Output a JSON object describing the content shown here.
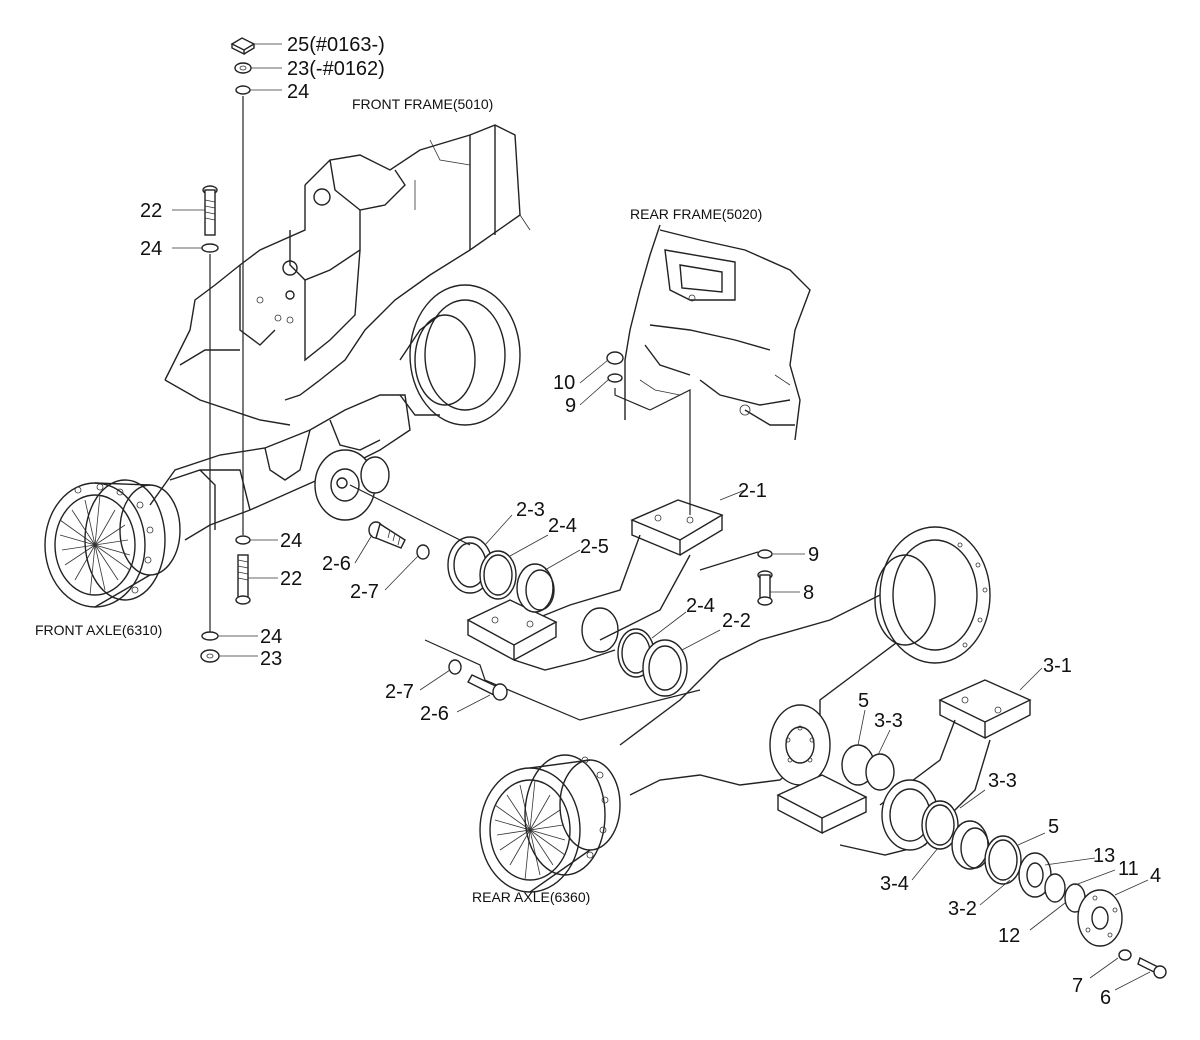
{
  "assemblies": {
    "front_frame": "FRONT FRAME(5010)",
    "rear_frame": "REAR FRAME(5020)",
    "front_axle": "FRONT AXLE(6310)",
    "rear_axle": "REAR AXLE(6360)"
  },
  "parts": {
    "p25": "25(#0163-)",
    "p23_top": "23(-#0162)",
    "p24_top": "24",
    "p22_upper": "22",
    "p24_upper": "24",
    "p24_mid": "24",
    "p22_lower": "22",
    "p24_lower": "24",
    "p23_bottom": "23",
    "p10": "10",
    "p9_left": "9",
    "p2_1": "2-1",
    "p2_3": "2-3",
    "p2_4_top": "2-4",
    "p2_5": "2-5",
    "p2_6_top": "2-6",
    "p2_7_top": "2-7",
    "p9_right": "9",
    "p8": "8",
    "p2_4_low": "2-4",
    "p2_2": "2-2",
    "p2_7_low": "2-7",
    "p2_6_low": "2-6",
    "p3_1": "3-1",
    "p5_top": "5",
    "p3_3_top": "3-3",
    "p3_3_mid": "3-3",
    "p5_mid": "5",
    "p13": "13",
    "p11": "11",
    "p4": "4",
    "p3_4": "3-4",
    "p3_2": "3-2",
    "p12": "12",
    "p7": "7",
    "p6": "6"
  }
}
